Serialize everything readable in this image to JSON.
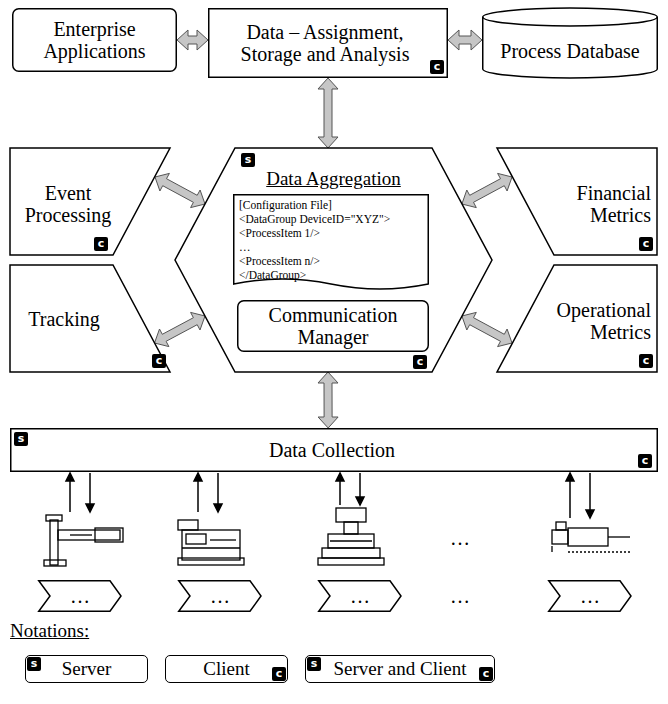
{
  "diagram": {
    "nodes": [
      {
        "text": [
          "Enterprise Applications"
        ]
      },
      {
        "text": [
          "Data – Assignment, Storage and Analysis",
          "c"
        ]
      },
      {
        "text": [
          "Process Database"
        ]
      },
      {
        "text": [
          "Event Processing",
          "c"
        ]
      },
      {
        "text": [
          "Data Aggregation",
          "s",
          "c"
        ]
      },
      {
        "text": [
          "[Configuration File]",
          "<DataGroup DeviceID=\"XYZ\">",
          "<ProcessItem 1/>",
          "…",
          "<ProcessItem n/>",
          "</DataGroup>"
        ],
        "in": 4
      },
      {
        "text": [
          "Communication Manager"
        ],
        "in": 4
      },
      {
        "text": [
          "Financial Metrics",
          "c"
        ]
      },
      {
        "text": [
          "Tracking",
          "c"
        ]
      },
      {
        "text": [
          "Operational Metrics",
          "c"
        ]
      },
      {
        "text": [
          "Data Collection",
          "s",
          "c"
        ]
      },
      {
        "text": [
          "…"
        ]
      },
      {
        "text": [
          "…"
        ]
      },
      {
        "text": [
          "…"
        ]
      },
      {
        "text": [
          "…"
        ]
      }
    ],
    "edges": [
      {
        "from": 0,
        "to": 1,
        "arrow": "both"
      },
      {
        "from": 1,
        "to": 2,
        "arrow": "both"
      },
      {
        "from": 1,
        "to": 4,
        "arrow": "both"
      },
      {
        "from": 3,
        "to": 4,
        "arrow": "both"
      },
      {
        "from": 4,
        "to": 7,
        "arrow": "both"
      },
      {
        "from": 8,
        "to": 4,
        "arrow": "both"
      },
      {
        "from": 4,
        "to": 9,
        "arrow": "both"
      },
      {
        "from": 4,
        "to": 10,
        "arrow": "both"
      }
    ],
    "labels": [
      "…",
      "…",
      "Notations:",
      "s",
      "c",
      "s",
      "c"
    ],
    "legend": [
      {
        "text": "Server"
      },
      {
        "text": "Client"
      },
      {
        "text": "Server and Client"
      }
    ]
  }
}
